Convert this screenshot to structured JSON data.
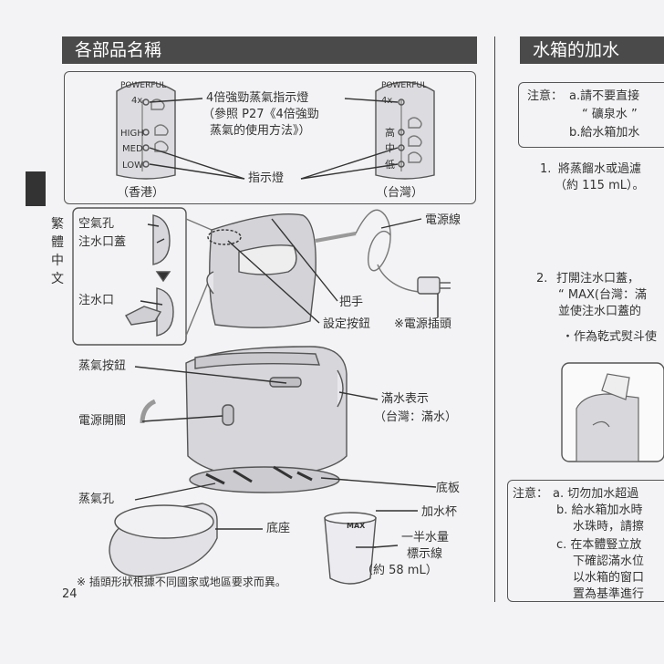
{
  "left": {
    "title": "各部品名稱",
    "inset": {
      "hk_indicator": {
        "brand": "POWERFUL",
        "boost": "4x",
        "levels": [
          "HIGH",
          "MED",
          "LOW"
        ],
        "region": "（香港）"
      },
      "tw_indicator": {
        "brand": "POWERFUL",
        "boost": "4x",
        "levels": [
          "高",
          "中",
          "低"
        ],
        "region": "（台灣）"
      },
      "callout_main": "4倍強勁蒸氣指示燈",
      "callout_ref_1": "（參照 P27《4倍強勁",
      "callout_ref_2": "蒸氣的使用方法》）",
      "indicator_lights": "指示燈"
    },
    "labels": {
      "air_hole": "空氣孔",
      "fill_cap": "注水口蓋",
      "fill_port": "注水口",
      "power_cord": "電源線",
      "handle": "把手",
      "setting_button": "設定按鈕",
      "plug": "※電源插頭",
      "steam_button": "蒸氣按鈕",
      "full_mark_1": "滿水表示",
      "full_mark_2": "（台灣：滿水）",
      "power_switch": "電源開關",
      "base_plate": "底板",
      "steam_holes": "蒸氣孔",
      "cup": "加水杯",
      "stand": "底座",
      "half_mark_1": "一半水量",
      "half_mark_2": "標示線",
      "half_mark_3": "（約 58 mL）",
      "cup_max": "MAX"
    },
    "footnote": "※  插頭形狀根據不同國家或地區要求而異。",
    "page_number": "24",
    "side_tab": "繁體中文"
  },
  "right": {
    "title": "水箱的加水",
    "note1": {
      "label": "注意：",
      "a1": "a.請不要直接",
      "a2": "“ 礦泉水 ”",
      "b": "b.給水箱加水"
    },
    "step1": {
      "num": "1.",
      "line1": "將蒸餾水或過濾",
      "line2": "（約  115 mL）。"
    },
    "step2": {
      "num": "2.",
      "line1": "打開注水口蓋，",
      "line2": "“ MAX(台灣：滿",
      "line3": "並使注水口蓋的",
      "bullet": "・作為乾式熨斗使"
    },
    "note2": {
      "label": "注意：",
      "a": "a. 切勿加水超過",
      "b1": "b. 給水箱加水時",
      "b2": "水珠時，請擦",
      "c1": "c. 在本體豎立放",
      "c2": "下確認滿水位",
      "c3": "以水箱的窗口",
      "c4": "置為基準進行"
    }
  }
}
